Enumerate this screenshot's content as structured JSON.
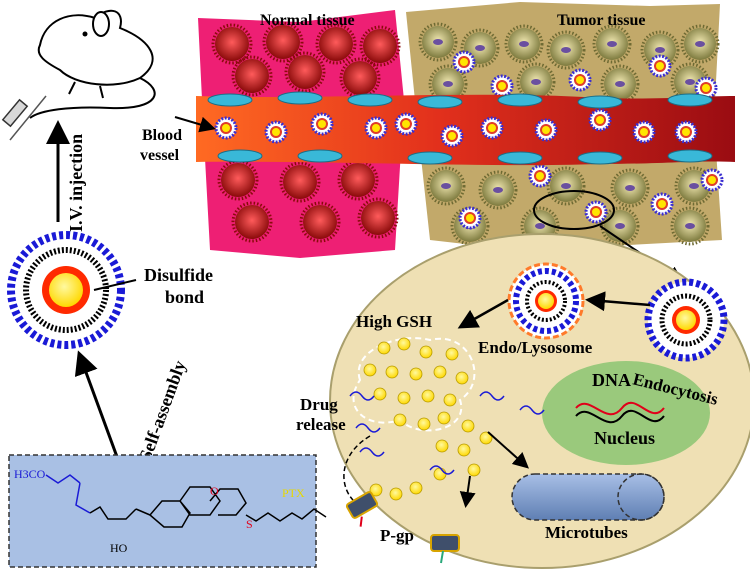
{
  "labels": {
    "normal_tissue": "Normal tissue",
    "tumor_tissue": "Tumor tissue",
    "blood_vessel_line1": "Blood",
    "blood_vessel_line2": "vessel",
    "iv_injection": "I.V. injection",
    "disulfide_line1": "Disulfide",
    "disulfide_line2": "bond",
    "self_assembly": "Self-assembly",
    "high_gsh": "High GSH",
    "endo_lysosome": "Endo/Lysosome",
    "endocytosis": "Endocytosis",
    "drug_release_line1": "Drug",
    "drug_release_line2": "release",
    "dna": "DNA",
    "nucleus": "Nucleus",
    "p_gp": "P-gp",
    "microtubes": "Microtubes"
  },
  "chem": {
    "h3co": "H3CO",
    "ptx": "PTX",
    "o_label": "O",
    "s_label": "S",
    "ho": "HO"
  },
  "colors": {
    "normal_tissue": "#ee1f74",
    "tumor_tissue": "#c2a96a",
    "vessel": "#b0161a",
    "cell": "#efe0b4",
    "nucleus": "#9ac97c",
    "drug_core": "#ffe600",
    "shell": "#1c1cd0",
    "disulfide": "#ff2a00",
    "formula_box": "#a9c0e4",
    "microtubes": "#7f9cc9"
  }
}
